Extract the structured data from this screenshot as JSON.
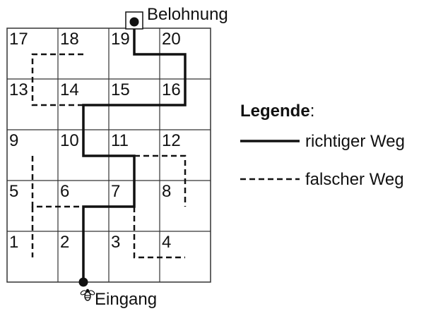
{
  "maze": {
    "cells": [
      {
        "row": 0,
        "col": 0,
        "label": "17"
      },
      {
        "row": 0,
        "col": 1,
        "label": "18"
      },
      {
        "row": 0,
        "col": 2,
        "label": "19"
      },
      {
        "row": 0,
        "col": 3,
        "label": "20"
      },
      {
        "row": 1,
        "col": 0,
        "label": "13"
      },
      {
        "row": 1,
        "col": 1,
        "label": "14"
      },
      {
        "row": 1,
        "col": 2,
        "label": "15"
      },
      {
        "row": 1,
        "col": 3,
        "label": "16"
      },
      {
        "row": 2,
        "col": 0,
        "label": "9"
      },
      {
        "row": 2,
        "col": 1,
        "label": "10"
      },
      {
        "row": 2,
        "col": 2,
        "label": "11"
      },
      {
        "row": 2,
        "col": 3,
        "label": "12"
      },
      {
        "row": 3,
        "col": 0,
        "label": "5"
      },
      {
        "row": 3,
        "col": 1,
        "label": "6"
      },
      {
        "row": 3,
        "col": 2,
        "label": "7"
      },
      {
        "row": 3,
        "col": 3,
        "label": "8"
      },
      {
        "row": 4,
        "col": 0,
        "label": "1"
      },
      {
        "row": 4,
        "col": 1,
        "label": "2"
      },
      {
        "row": 4,
        "col": 2,
        "label": "3"
      },
      {
        "row": 4,
        "col": 3,
        "label": "4"
      }
    ],
    "reward_label": "Belohnung",
    "entrance_label": "Eingang"
  },
  "legend": {
    "title": "Legende",
    "title_suffix": ":",
    "correct_label": "richtiger Weg",
    "wrong_label": "falscher Weg"
  }
}
